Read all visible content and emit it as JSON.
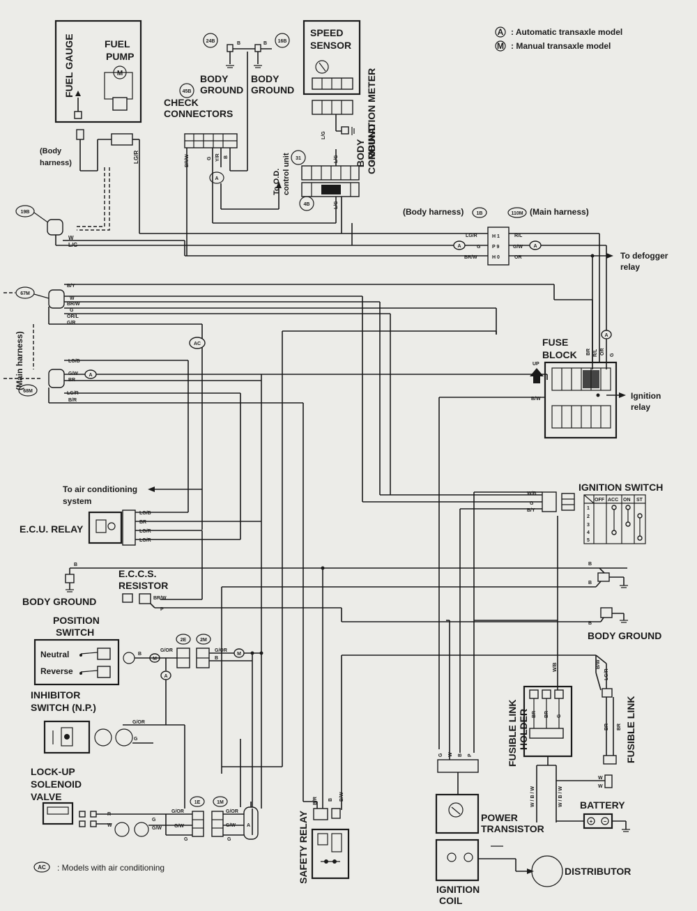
{
  "legend": {
    "a_symbol": "A",
    "a_text": ": Automatic transaxle model",
    "m_symbol": "M",
    "m_text": ": Manual transaxle model",
    "ac_symbol": "AC",
    "ac_text": ": Models with air conditioning"
  },
  "components": {
    "fuel_gauge": "FUEL GAUGE",
    "fuel_pump_1": "FUEL",
    "fuel_pump_2": "PUMP",
    "speed_sensor_1": "SPEED",
    "speed_sensor_2": "SENSOR",
    "combination_meter": "COMBINATION METER",
    "body_ground_vertical": "BODY",
    "ground_vertical": "GROUND",
    "body_ground_a_1": "BODY",
    "body_ground_a_2": "GROUND",
    "body_ground_b_1": "BODY",
    "body_ground_b_2": "GROUND",
    "check_connectors_1": "CHECK",
    "check_connectors_2": "CONNECTORS",
    "to_od_1": "To O.D.",
    "to_od_2": "control unit",
    "body_harness_1": "(Body",
    "body_harness_2": "harness)",
    "body_harness_top": "(Body harness)",
    "main_harness_top": "(Main harness)",
    "main_harness_vertical": "(Main harness)",
    "to_defogger_1": "To defogger",
    "to_defogger_2": "relay",
    "fuse_block_1": "FUSE",
    "fuse_block_2": "BLOCK",
    "up": "UP",
    "ignition_relay_1": "Ignition",
    "ignition_relay_2": "relay",
    "to_ac_1": "To air conditioning",
    "to_ac_2": "system",
    "ecu_relay": "E.C.U. RELAY",
    "ignition_switch": "IGNITION SWITCH",
    "eccs_resistor_1": "E.C.C.S.",
    "eccs_resistor_2": "RESISTOR",
    "body_ground_left": "BODY GROUND",
    "body_ground_right": "BODY GROUND",
    "position_switch_1": "POSITION",
    "position_switch_2": "SWITCH",
    "neutral": "Neutral",
    "reverse": "Reverse",
    "inhibitor_1": "INHIBITOR",
    "inhibitor_2": "SWITCH (N.P.)",
    "lockup_1": "LOCK-UP",
    "lockup_2": "SOLENOID",
    "lockup_3": "VALVE",
    "safety_relay": "SAFETY RELAY",
    "fusible_link_holder_1": "FUSIBLE LINK",
    "fusible_link_holder_2": "HOLDER",
    "fusible_link": "FUSIBLE LINK",
    "battery": "BATTERY",
    "power_transistor_1": "POWER",
    "power_transistor_2": "TRANSISTOR",
    "ignition_coil_1": "IGNITION",
    "ignition_coil_2": "COIL",
    "distributor": "DISTRIBUTOR"
  },
  "connectors": {
    "c24b": "24B",
    "c16b": "16B",
    "c45b": "45B",
    "c31": "31",
    "c4b": "4B",
    "c19b": "19B",
    "c1b": "1B",
    "c110m": "110M",
    "c67m": "67M",
    "c68m": "68M",
    "c2e": "2E",
    "c2m": "2M",
    "c1e": "1E",
    "c1m": "1M"
  },
  "wire_labels": {
    "w": "W",
    "lg": "L/G",
    "lgr": "L/G/R",
    "brw": "BR/W",
    "g": "G",
    "yr": "Y/R",
    "b": "B",
    "lgr_top": "LG/R",
    "lgc": "L/G",
    "by": "B/Y",
    "w2": "W",
    "brw2": "BR/W",
    "g2": "G",
    "orl": "OR/L",
    "gr": "G/R",
    "lgb": "LG/B",
    "gw": "G/W",
    "br": "BR",
    "lgr2": "LG/R",
    "br2": "B/R",
    "h1": "H 1",
    "p9": "P 9",
    "h0": "H 0",
    "rl": "R/L",
    "gw2": "G/W",
    "or": "OR",
    "lgr3": "LG/R",
    "g3": "G",
    "brw3": "BR/W",
    "fb_br": "BR",
    "fb_rl": "R/L",
    "fb_or": "OR",
    "fb_g": "G",
    "bw": "B/W",
    "ecu_lgb": "LG/B",
    "ecu_br": "BR",
    "ecu_lgr": "LG/R",
    "ecu_lgr2": "LG/R",
    "wb": "W/B",
    "g4": "G",
    "by2": "B/Y",
    "gnd_b1": "B",
    "gnd_b2": "B",
    "gnd_b3": "B",
    "gnd_b4": "B",
    "res_brw": "BR/W",
    "res_p": "P",
    "pos_b": "B",
    "pos_gor": "G/OR",
    "pos_gor2": "G/OR",
    "pos_b2": "B",
    "inh_gor": "G/OR",
    "inh_g": "G",
    "lu_r": "R",
    "lu_w": "W",
    "lu_g": "G",
    "lu_gw": "G/W",
    "lu_gor": "G/OR",
    "lu_gw2": "G/W",
    "lu_g2": "G",
    "lu_gor2": "G/OR",
    "lu_gw3": "G/W",
    "lu_g3": "G",
    "lu_a": "A",
    "sr_br": "B/R",
    "sr_b": "B",
    "sr_bw": "B/W",
    "pt_g": "G",
    "pt_w": "W",
    "pt_b": "B",
    "pt_p": "P",
    "fl_br": "BR",
    "fl_br2": "BR",
    "fl_g": "G",
    "fl_wb": "W/B",
    "fl_bw": "B/W",
    "fl_lgr": "LG/R",
    "fl_br3": "BR",
    "fl_br4": "BR",
    "bat_w": "W",
    "bat_w2": "W",
    "bat_wl": "W / B / W",
    "bat_wl2": "W / B / W"
  },
  "ignition_table": {
    "headers": [
      "OFF",
      "ACC",
      "ON",
      "ST"
    ],
    "rows": [
      "1",
      "2",
      "3",
      "4",
      "5"
    ]
  },
  "markers": {
    "a": "A",
    "m": "M",
    "ac": "AC"
  }
}
